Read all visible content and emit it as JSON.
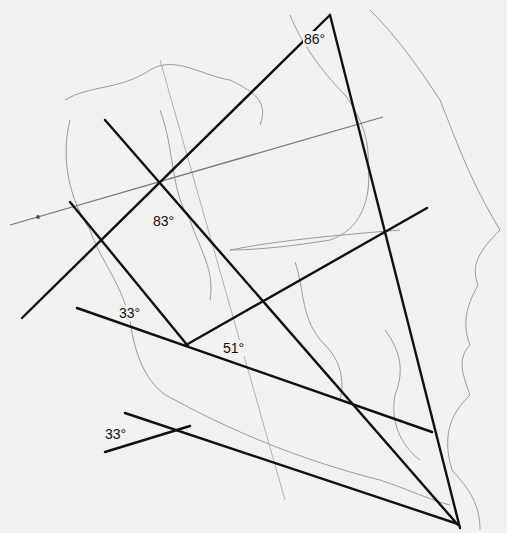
{
  "diagram": {
    "labels": [
      "86°",
      "83°",
      "33°",
      "51°",
      "33°"
    ]
  }
}
